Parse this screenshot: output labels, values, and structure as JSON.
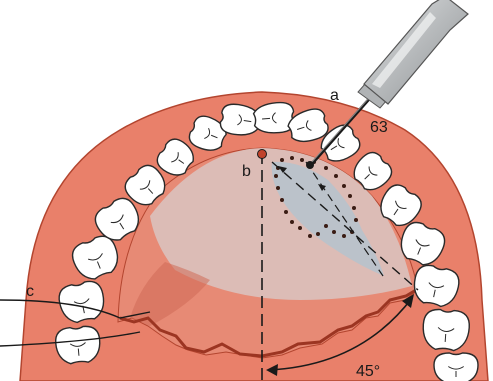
{
  "labels": {
    "a": "a",
    "b": "b",
    "c": "c",
    "tooth_number": "63",
    "angle": "45°"
  },
  "colors": {
    "gum": "#e9806a",
    "gum_dark": "#b3452f",
    "palate": "#dcbcb6",
    "injection_zone": "#b7c2cc",
    "tooth": "#ffffff",
    "tooth_outline": "#2a2a2a",
    "syringe": "#c9cbcc"
  }
}
